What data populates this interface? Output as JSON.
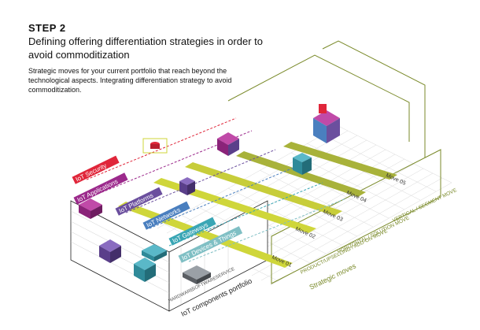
{
  "header": {
    "step": "STEP 2",
    "headline": "Defining offering differentiation strategies in order to avoid commoditization",
    "description": "Strategic moves for your current portfolio that reach beyond the technological aspects. Integrating differentiation strategy to avoid commoditization."
  },
  "layers": {
    "security": "IoT Security",
    "applications": "IoT Applications",
    "platforms": "IoT Platforms",
    "networks": "IoT Networks",
    "gateways": "IoT Gateways",
    "devices": "IoT Devices & Things"
  },
  "columns": {
    "hardware": "HARDWARE",
    "software": "SOFTWARE",
    "service": "SERVICE"
  },
  "portfolio_label": "IoT components portfolio",
  "moves": {
    "move01": "Move 01",
    "move02": "Move 02",
    "move03": "Move 03",
    "move04": "Move 04",
    "move05": "Move 05"
  },
  "move_types": {
    "product": "PRODUCT/UPSELLING / ADD-ON MOVE",
    "horizontal": "HORIZONTAL / SOLUTION MOVE",
    "vertical": "VERTICAL / SEGMENT MOVE"
  },
  "strategic_moves_label": "Strategic moves",
  "colors": {
    "security": "#e0263a",
    "applications": "#9c2a8c",
    "platforms": "#6b4f9e",
    "networks": "#4a7fbf",
    "gateways": "#3aa6b5",
    "devices": "#7fbfc4",
    "move_yellow": "#cfd63a",
    "move_olive": "#a8b23a",
    "grid": "#cccccc"
  }
}
